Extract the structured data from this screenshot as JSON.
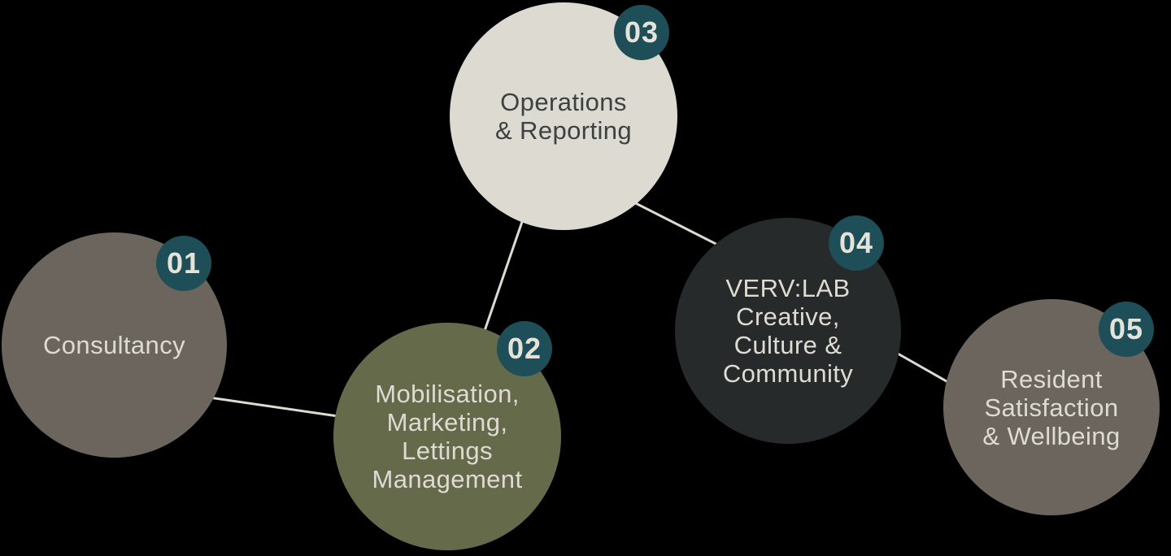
{
  "colors": {
    "background": "#000000",
    "badge_fill": "#1e4e57",
    "badge_text": "#e5e2da",
    "connector_line": "#dedbd2",
    "light_text": "#dedbd2",
    "dark_text": "#3c4141",
    "circle_taupe": "#6b655d",
    "circle_olive": "#656a4b",
    "circle_cream": "#dddad2",
    "circle_charcoal": "#262a2b"
  },
  "nodes": [
    {
      "number": "01",
      "label": [
        "Consultancy"
      ]
    },
    {
      "number": "02",
      "label": [
        "Mobilisation,",
        "Marketing,",
        "Lettings",
        "Management"
      ]
    },
    {
      "number": "03",
      "label": [
        "Operations",
        "& Reporting"
      ]
    },
    {
      "number": "04",
      "label": [
        "VERV:LAB",
        "Creative,",
        "Culture &",
        "Community"
      ]
    },
    {
      "number": "05",
      "label": [
        "Resident",
        "Satisfaction",
        "& Wellbeing"
      ]
    }
  ],
  "connections": [
    {
      "from": "01",
      "to": "02"
    },
    {
      "from": "02",
      "to": "03"
    },
    {
      "from": "03",
      "to": "04"
    },
    {
      "from": "04",
      "to": "05"
    }
  ]
}
